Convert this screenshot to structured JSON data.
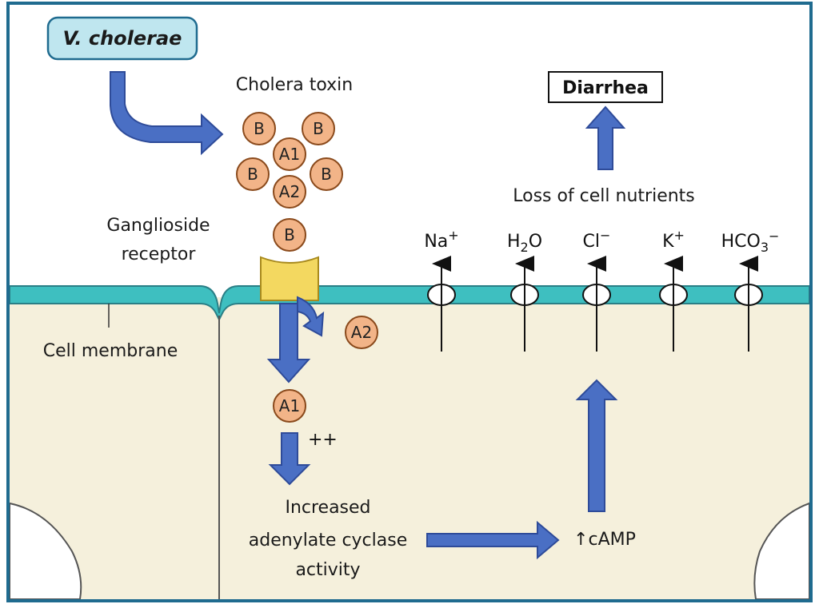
{
  "title_box": "V. cholerae",
  "toxin_label": "Cholera toxin",
  "receptor_label": [
    "Ganglioside",
    "receptor"
  ],
  "membrane_label": "Cell membrane",
  "outcome_label": "Diarrhea",
  "loss_label": "Loss of cell nutrients",
  "subunits": {
    "b": "B",
    "a1": "A1",
    "a2": "A2"
  },
  "plus_label": "++",
  "cyclase_label": [
    "Increased",
    "adenylate cyclase",
    "activity"
  ],
  "camp_label": "↑cAMP",
  "ions": [
    {
      "base": "Na",
      "sup": "+"
    },
    {
      "base": "H",
      "sub": "2",
      "rest": "O"
    },
    {
      "base": "Cl",
      "sup": "−"
    },
    {
      "base": "K",
      "sup": "+"
    },
    {
      "base": "HCO",
      "sub": "3",
      "sup": "−"
    }
  ],
  "colors": {
    "frame": "#1f6b8f",
    "membrane": "#3ebfc0",
    "membrane_edge": "#2a7f86",
    "cell": "#f5f0dc",
    "arrow_fill": "#4a6fc4",
    "arrow_edge": "#2e4b99",
    "subunit_fill": "#f2b488",
    "subunit_edge": "#8a4a1c",
    "title_fill": "#bfe6ef",
    "receptor_fill": "#f3d860"
  }
}
